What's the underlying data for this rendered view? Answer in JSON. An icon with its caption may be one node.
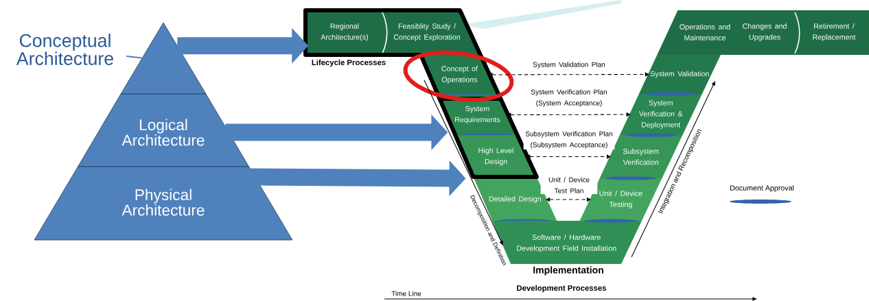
{
  "diagram": {
    "nodes": [
      {
        "text": [
          "Conceptual Architecture"
        ]
      },
      {
        "text": [],
        "shape": "triangle"
      },
      {
        "text": [
          "Logical Architecture"
        ]
      },
      {
        "text": [
          "Physical Architecture"
        ]
      },
      {
        "text": [
          "Regional Architecture(s)"
        ]
      },
      {
        "text": [
          "Feasiblity Study / Concept Exploration"
        ]
      },
      {
        "text": [
          "Concept of Operations"
        ]
      },
      {
        "text": [
          "System Requirements"
        ]
      },
      {
        "text": [
          "High Level Design"
        ]
      },
      {
        "text": [
          "Detailed Design"
        ]
      },
      {
        "text": [
          "Software / Hardware Development Field Installation"
        ]
      },
      {
        "text": [
          "Unit / Device Testing"
        ]
      },
      {
        "text": [
          "Subsystem Verification"
        ]
      },
      {
        "text": [
          "System Verification & Deployment"
        ]
      },
      {
        "text": [
          "System Validation"
        ]
      },
      {
        "text": [
          "Operations and Maintenance"
        ]
      },
      {
        "text": [
          "Changes and Upgrades"
        ]
      },
      {
        "text": [
          "Retirement / Replacement"
        ]
      }
    ],
    "edges": [
      {
        "from": 0,
        "to": 1,
        "arrow": "none",
        "color": "#4f81bd"
      },
      {
        "from": 1,
        "to": 4,
        "arrow": "to",
        "style": "thick",
        "color": "#4f81bd"
      },
      {
        "from": 2,
        "to": 7,
        "arrow": "to",
        "style": "thick",
        "color": "#4f81bd"
      },
      {
        "from": 3,
        "to": 8,
        "arrow": "to",
        "style": "thick",
        "color": "#4f81bd"
      },
      {
        "from": 6,
        "to": 14,
        "arrow": "both",
        "style": "dashed",
        "color": "#000000",
        "label": "System Validation Plan"
      },
      {
        "from": 7,
        "to": 13,
        "arrow": "both",
        "style": "dashed",
        "color": "#000000",
        "label": "System Verification Plan (System Acceptance)"
      },
      {
        "from": 8,
        "to": 12,
        "arrow": "both",
        "style": "dashed",
        "color": "#000000",
        "label": "Subsystem Verification Plan (Subsystem Acceptance)"
      },
      {
        "from": 9,
        "to": 11,
        "arrow": "both",
        "style": "dashed",
        "color": "#000000",
        "label": "Unit / Device Test Plan"
      }
    ],
    "labels": [
      "Lifecycle Processes",
      "Decomposition and Definition",
      "Integration and Recomposition",
      "Implementation",
      "Development Processes",
      "Time Line"
    ],
    "legend": [
      {
        "text": "Document Approval"
      }
    ]
  }
}
